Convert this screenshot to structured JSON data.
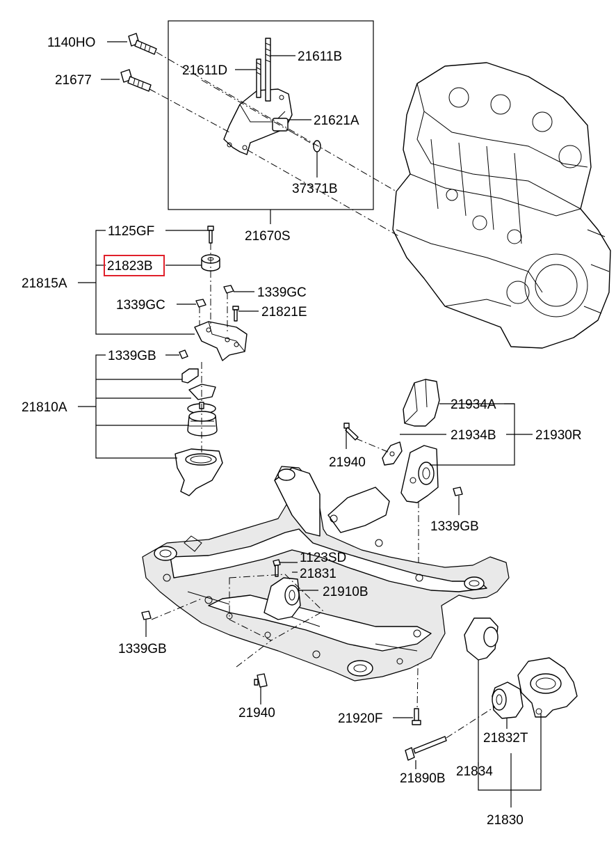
{
  "highlight_color": "#e0202a",
  "labels": {
    "l1140HO": "1140HO",
    "l21677": "21677",
    "l21611D": "21611D",
    "l21611B": "21611B",
    "l21621A": "21621A",
    "l37371B": "37371B",
    "l21670S": "21670S",
    "l1125GF": "1125GF",
    "l21823B": "21823B",
    "l21815A": "21815A",
    "l1339GC_a": "1339GC",
    "l1339GC_b": "1339GC",
    "l21821E": "21821E",
    "l1339GB_a": "1339GB",
    "l21810A": "21810A",
    "l21934A": "21934A",
    "l21934B": "21934B",
    "l21930R": "21930R",
    "l21940_a": "21940",
    "l1339GB_b": "1339GB",
    "l1123SD": "1123SD",
    "l21831": "21831",
    "l21910B": "21910B",
    "l1339GB_c": "1339GB",
    "l21940_b": "21940",
    "l21920F": "21920F",
    "l21832T": "21832T",
    "l21890B": "21890B",
    "l21834": "21834",
    "l21830": "21830"
  }
}
